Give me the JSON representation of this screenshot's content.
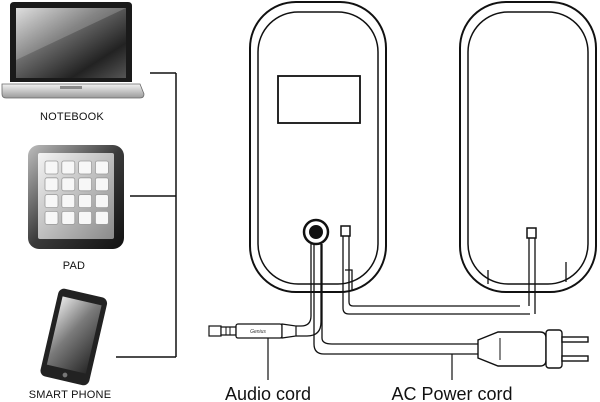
{
  "diagram": {
    "devices": [
      {
        "label": "NOTEBOOK",
        "icon": "notebook-icon"
      },
      {
        "label": "PAD",
        "icon": "tablet-icon"
      },
      {
        "label": "SMART PHONE",
        "icon": "smartphone-icon"
      }
    ],
    "cords": {
      "audio_label": "Audio cord",
      "power_label": "AC Power cord"
    },
    "plug_brand": "Genius",
    "colors": {
      "line": "#111111",
      "background": "#ffffff"
    }
  }
}
